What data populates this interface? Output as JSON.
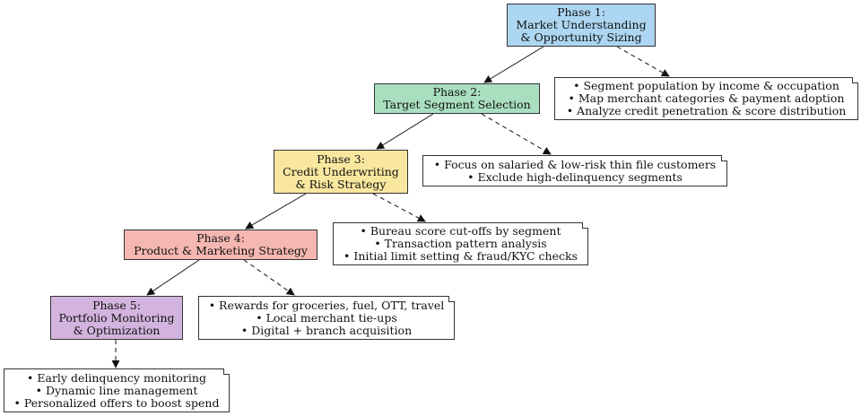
{
  "phases": [
    {
      "lines": [
        "Phase 1:",
        "Market Understanding",
        "& Opportunity Sizing"
      ],
      "color": "#acd6f1"
    },
    {
      "lines": [
        "Phase 2:",
        "Target Segment Selection"
      ],
      "color": "#a9dfbf"
    },
    {
      "lines": [
        "Phase 3:",
        "Credit Underwriting",
        "& Risk Strategy"
      ],
      "color": "#f9e79f"
    },
    {
      "lines": [
        "Phase 4:",
        "Product & Marketing Strategy"
      ],
      "color": "#f5b7b1"
    },
    {
      "lines": [
        "Phase 5:",
        "Portfolio Monitoring",
        "& Optimization"
      ],
      "color": "#d2b4de"
    }
  ],
  "notes": [
    {
      "lines": [
        "• Segment population by income & occupation",
        "• Map merchant categories & payment adoption",
        "• Analyze credit penetration & score distribution"
      ]
    },
    {
      "lines": [
        "• Focus on salaried & low-risk thin file customers",
        "• Exclude high-delinquency segments"
      ]
    },
    {
      "lines": [
        "• Bureau score cut-offs by segment",
        "• Transaction pattern analysis",
        "• Initial limit setting & fraud/KYC checks"
      ]
    },
    {
      "lines": [
        "• Rewards for groceries, fuel, OTT, travel",
        "• Local merchant tie-ups",
        "• Digital + branch acquisition"
      ]
    },
    {
      "lines": [
        "• Early delinquency monitoring",
        "• Dynamic line management",
        "• Personalized offers to boost spend"
      ]
    }
  ]
}
